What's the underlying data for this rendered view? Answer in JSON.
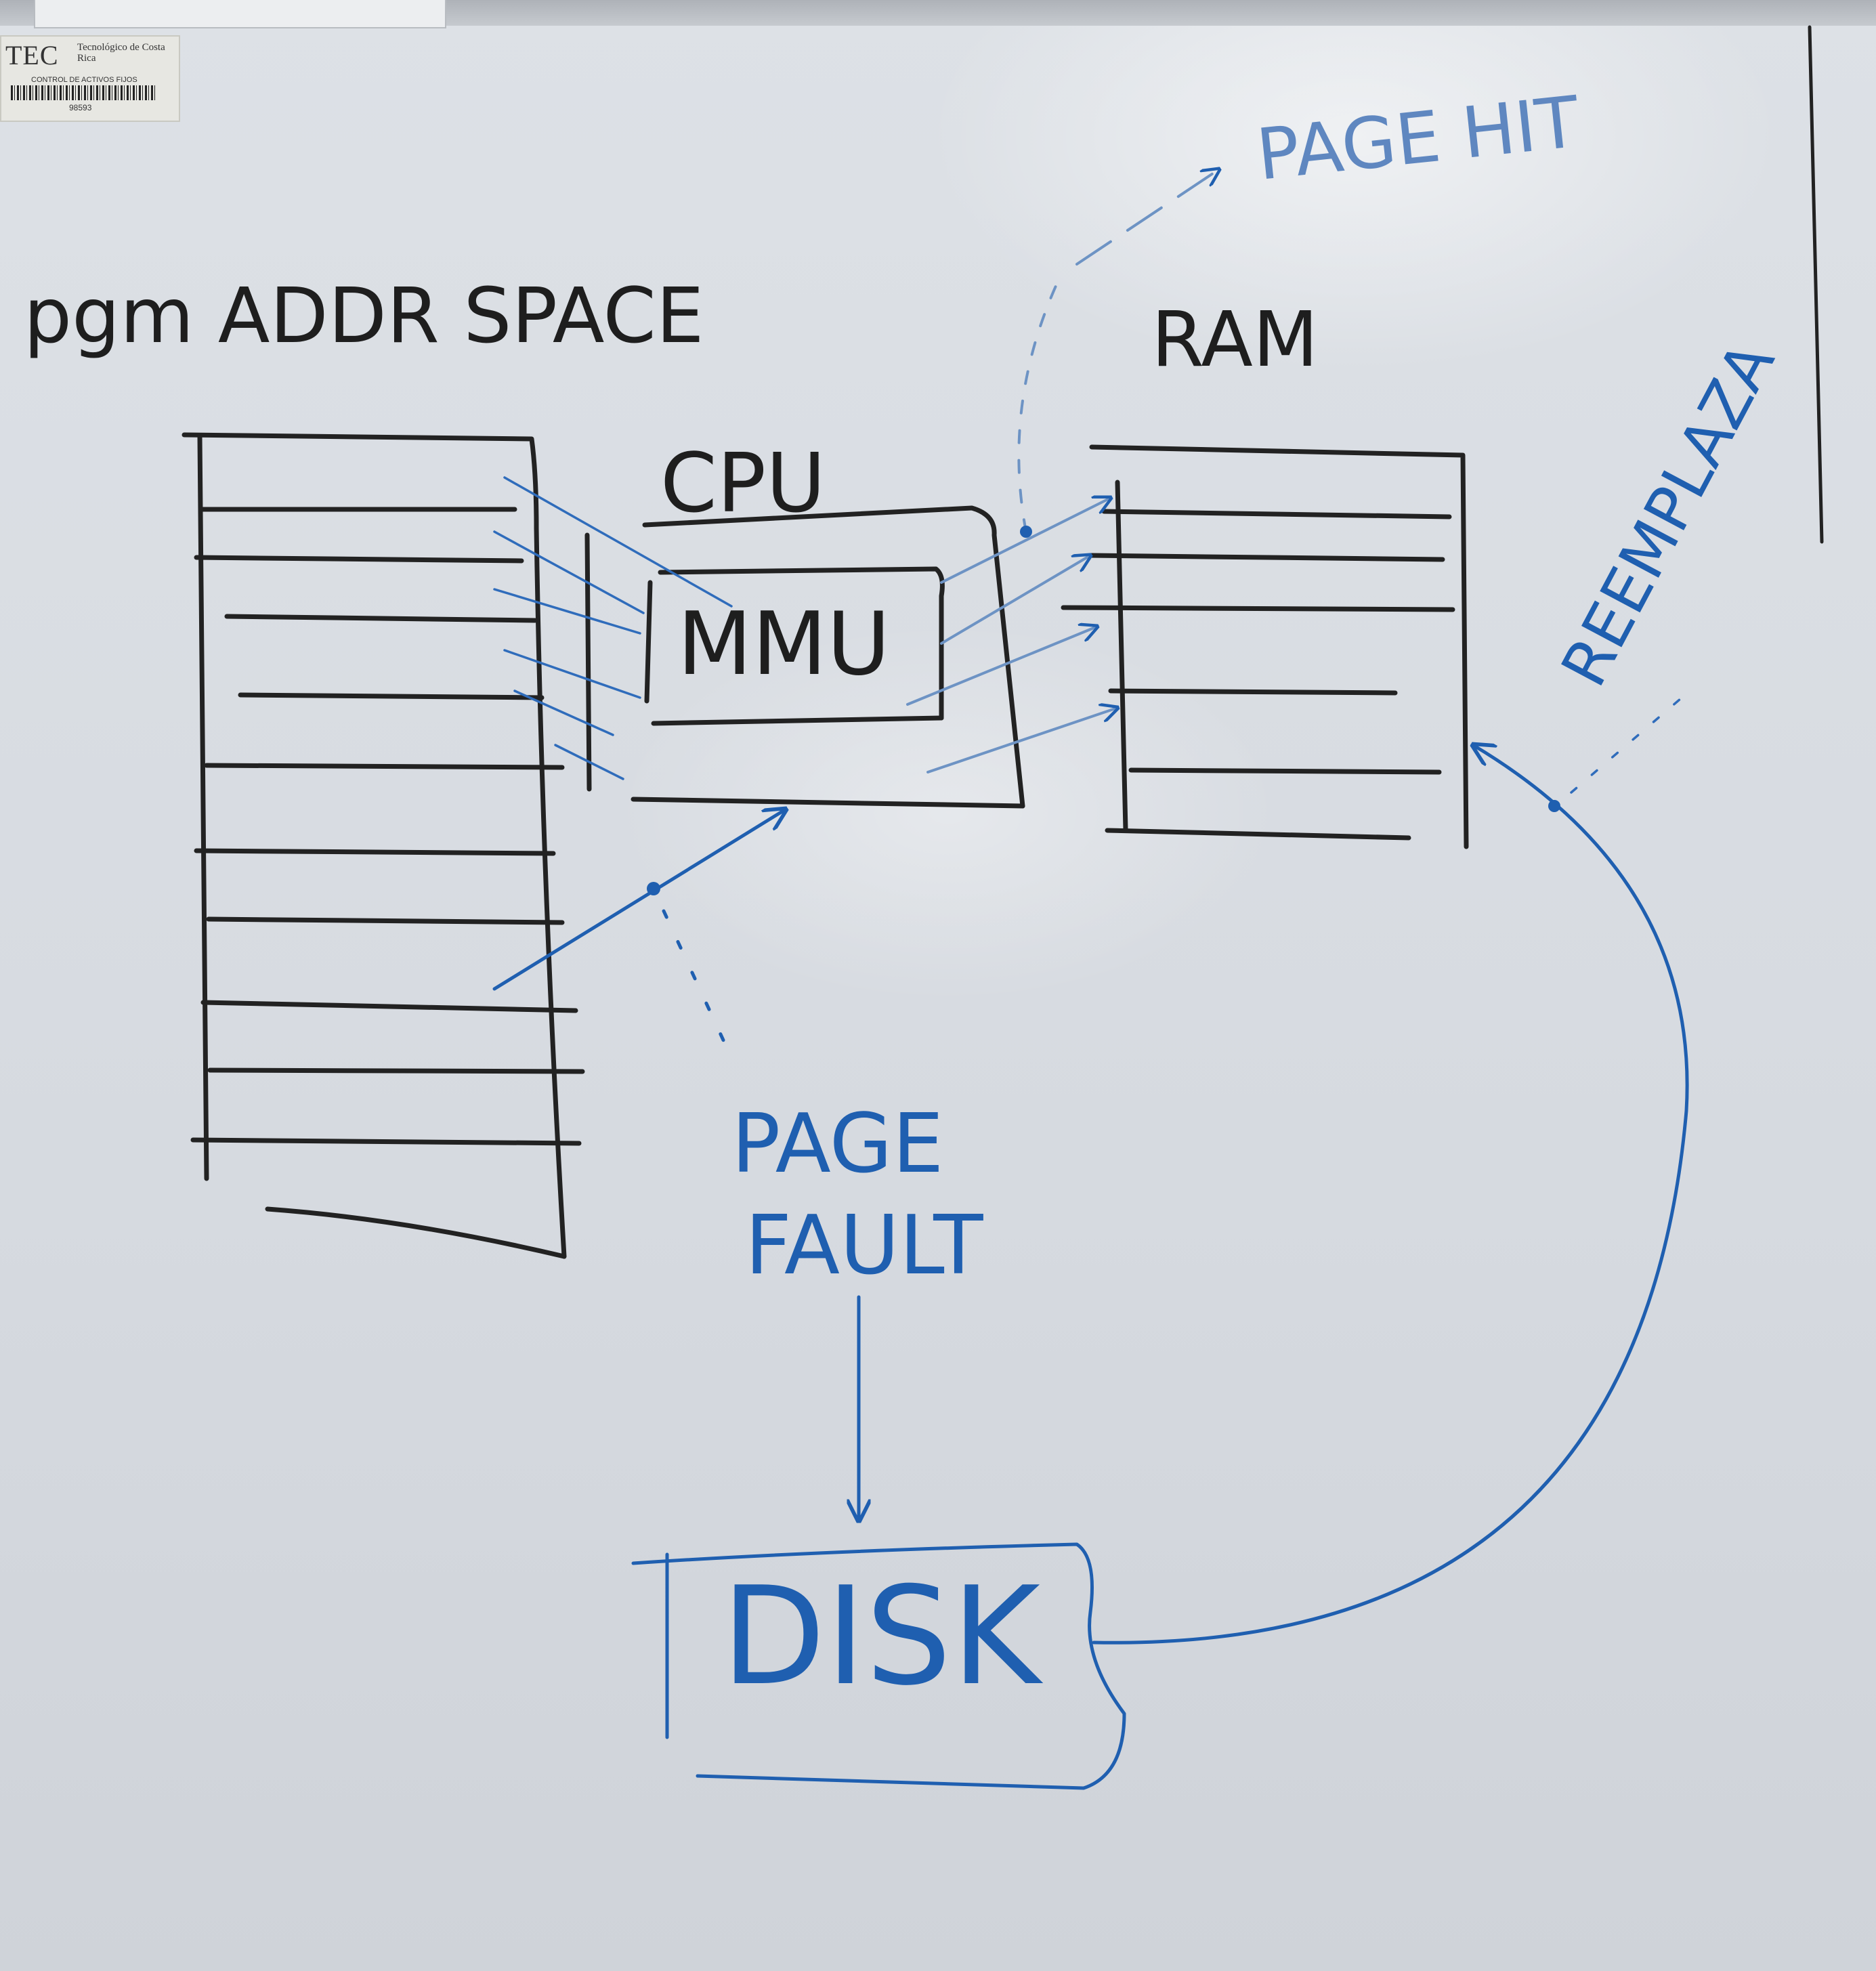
{
  "sticker": {
    "brand": "TEC",
    "institution": "Tecnológico de Costa Rica",
    "control": "CONTROL DE ACTIVOS FIJOS",
    "asset_number": "98593"
  },
  "labels": {
    "pgm_addr_space": "pgm ADDR SPACE",
    "cpu": "CPU",
    "mmu": "MMU",
    "ram": "RAM",
    "page_hit": "PAGE HIT",
    "page_fault_line1": "PAGE",
    "page_fault_line2": "FAULT",
    "disk": "DISK",
    "reemplaza": "REEMPLAZA"
  },
  "colors": {
    "black_marker": "#222222",
    "blue_marker": "#1f5fb0",
    "board": "#d8dce1"
  }
}
